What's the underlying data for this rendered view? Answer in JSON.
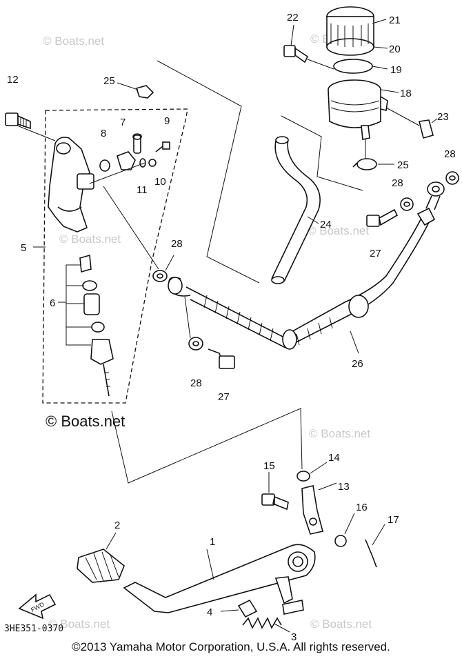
{
  "callouts": {
    "c1": "1",
    "c2": "2",
    "c3": "3",
    "c4": "4",
    "c5": "5",
    "c6": "6",
    "c7": "7",
    "c8": "8",
    "c9": "9",
    "c10": "10",
    "c11": "11",
    "c12": "12",
    "c13": "13",
    "c14": "14",
    "c15": "15",
    "c16": "16",
    "c17": "17",
    "c18": "18",
    "c19": "19",
    "c20": "20",
    "c21": "21",
    "c22": "22",
    "c23": "23",
    "c24": "24",
    "c25a": "25",
    "c25b": "25",
    "c26": "26",
    "c27a": "27",
    "c27b": "27",
    "c28a": "28",
    "c28b": "28",
    "c28c": "28",
    "c28d": "28"
  },
  "watermark": "© Boats.net",
  "caption": "© Boats.net",
  "fwd_label": "FWD",
  "diagram_code": "3HE351-0370",
  "copyright": "©2013 Yamaha Motor Corporation, U.S.A. All rights reserved."
}
